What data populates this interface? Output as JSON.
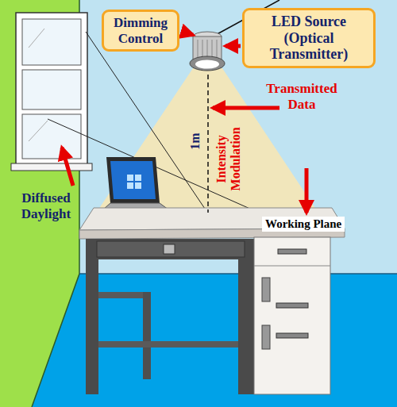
{
  "diagram": {
    "nodes": [
      {
        "text": [
          "Dimming Control"
        ]
      },
      {
        "text": [
          "LED Source (Optical Transmitter)"
        ]
      },
      {
        "text": [
          "Working Plane"
        ]
      }
    ],
    "labels": [
      "Transmitted Data",
      "1m",
      "Intensity Modulation",
      "Diffused Daylight"
    ]
  }
}
